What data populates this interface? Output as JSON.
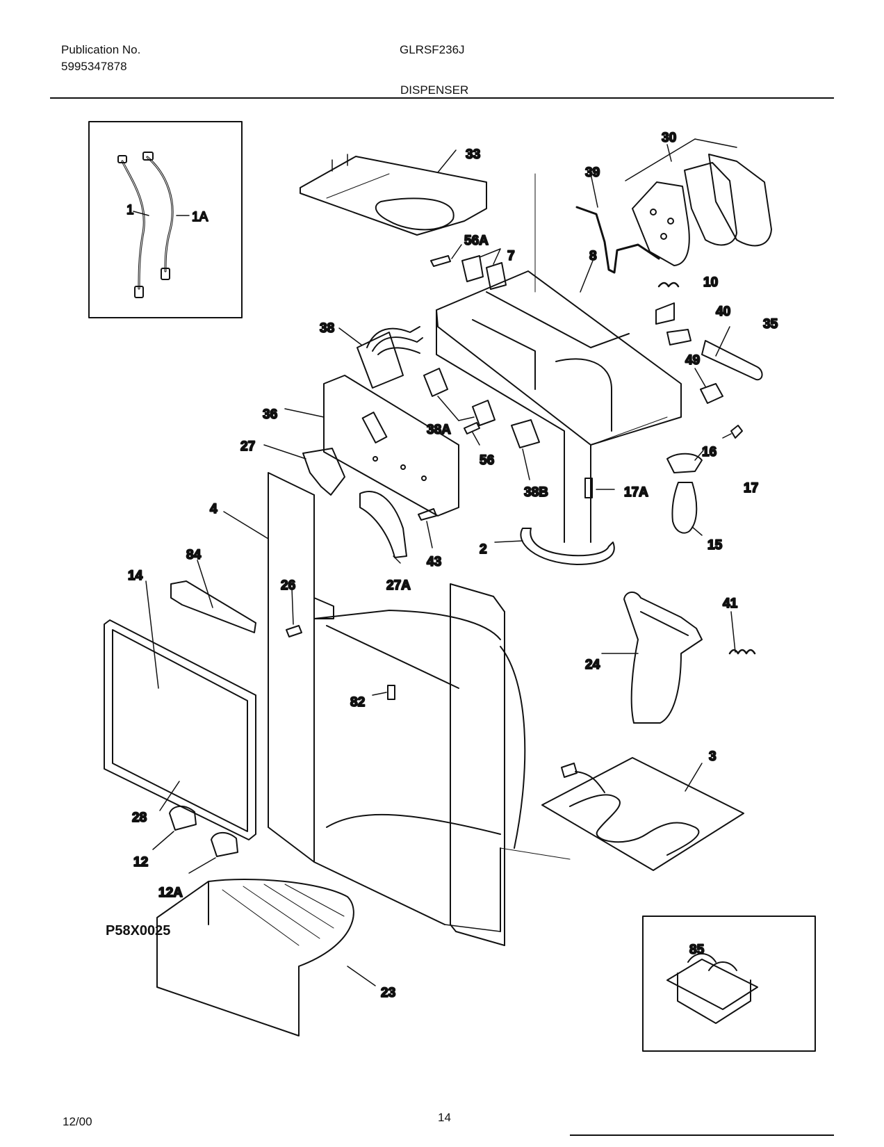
{
  "header": {
    "publication_label": "Publication No.",
    "publication_number": "5995347878",
    "model": "GLRSF236J",
    "section": "DISPENSER"
  },
  "callouts": {
    "c1": "1",
    "c1A": "1A",
    "c2": "2",
    "c3": "3",
    "c4": "4",
    "c7": "7",
    "c8": "8",
    "c10": "10",
    "c12": "12",
    "c12A": "12A",
    "c14": "14",
    "c15": "15",
    "c16": "16",
    "c17": "17",
    "c17A": "17A",
    "c23": "23",
    "c24": "24",
    "c26": "26",
    "c27": "27",
    "c27A": "27A",
    "c28": "28",
    "c30": "30",
    "c33": "33",
    "c35": "35",
    "c36": "36",
    "c38": "38",
    "c38A": "38A",
    "c38B": "38B",
    "c39": "39",
    "c40": "40",
    "c41": "41",
    "c43": "43",
    "c49": "49",
    "c56": "56",
    "c56A": "56A",
    "c82": "82",
    "c84": "84",
    "c85": "85"
  },
  "figure_code": "P58X0025",
  "footer": {
    "date": "12/00",
    "page": "14"
  }
}
